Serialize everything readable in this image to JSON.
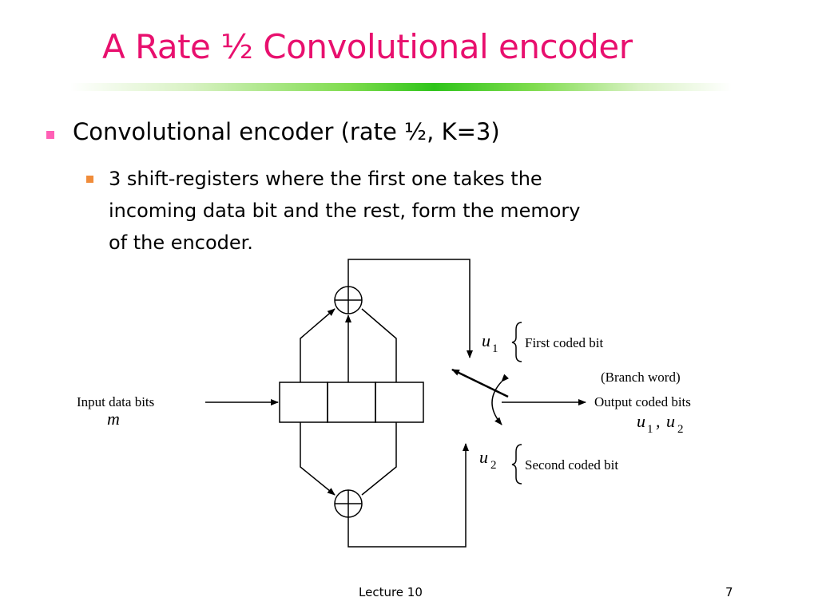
{
  "slide": {
    "title": "A Rate ½ Convolutional encoder",
    "bullet": "Convolutional encoder (rate ½, K=3)",
    "subbullet_lines": [
      "3 shift-registers where the first one takes the",
      "incoming data bit and the rest, form the memory",
      "of the encoder."
    ]
  },
  "diagram": {
    "input_label": "Input data bits",
    "input_var": "m",
    "u1_var": "u",
    "u1_sub": "1",
    "first_coded": "First coded bit",
    "branch_word": "(Branch word)",
    "output_label": "Output coded bits",
    "out_u1_var": "u",
    "out_u1_sub": "1",
    "out_comma": ",",
    "out_u2_var": "u",
    "out_u2_sub": "2",
    "u2_var": "u",
    "u2_sub": "2",
    "second_coded": "Second coded bit"
  },
  "footer": {
    "center": "Lecture 10",
    "page": "7"
  },
  "colors": {
    "title": "#e8106e",
    "bullet_level1": "#ff5fb5",
    "bullet_level2": "#f08c3a",
    "rule_green": "#2ec41a"
  }
}
